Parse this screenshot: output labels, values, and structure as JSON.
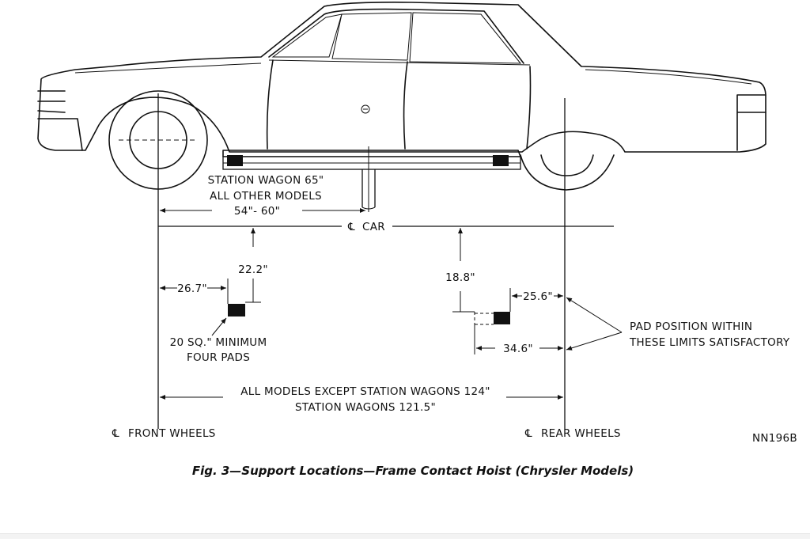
{
  "labels": {
    "station_wagon_65": "STATION WAGON 65\"",
    "all_other_models": "ALL OTHER MODELS",
    "dim_54_60": "54\"- 60\"",
    "cl_car": "CAR",
    "dim_22_2": "22.2\"",
    "dim_26_7": "26.7\"",
    "dim_18_8": "18.8\"",
    "dim_25_6": "25.6\"",
    "dim_34_6": "34.6\"",
    "pad_min_1": "20 SQ.\" MINIMUM",
    "pad_min_2": "FOUR PADS",
    "pad_position_1": "PAD POSITION WITHIN",
    "pad_position_2": "THESE LIMITS SATISFACTORY",
    "wheelbase_1": "ALL MODELS EXCEPT STATION WAGONS 124\"",
    "wheelbase_2": "STATION WAGONS 121.5\"",
    "cl_front": "FRONT WHEELS",
    "cl_rear": "REAR WHEELS",
    "figure_code": "NN196B",
    "caption": "Fig. 3—Support Locations—Frame Contact Hoist (Chrysler Models)"
  }
}
